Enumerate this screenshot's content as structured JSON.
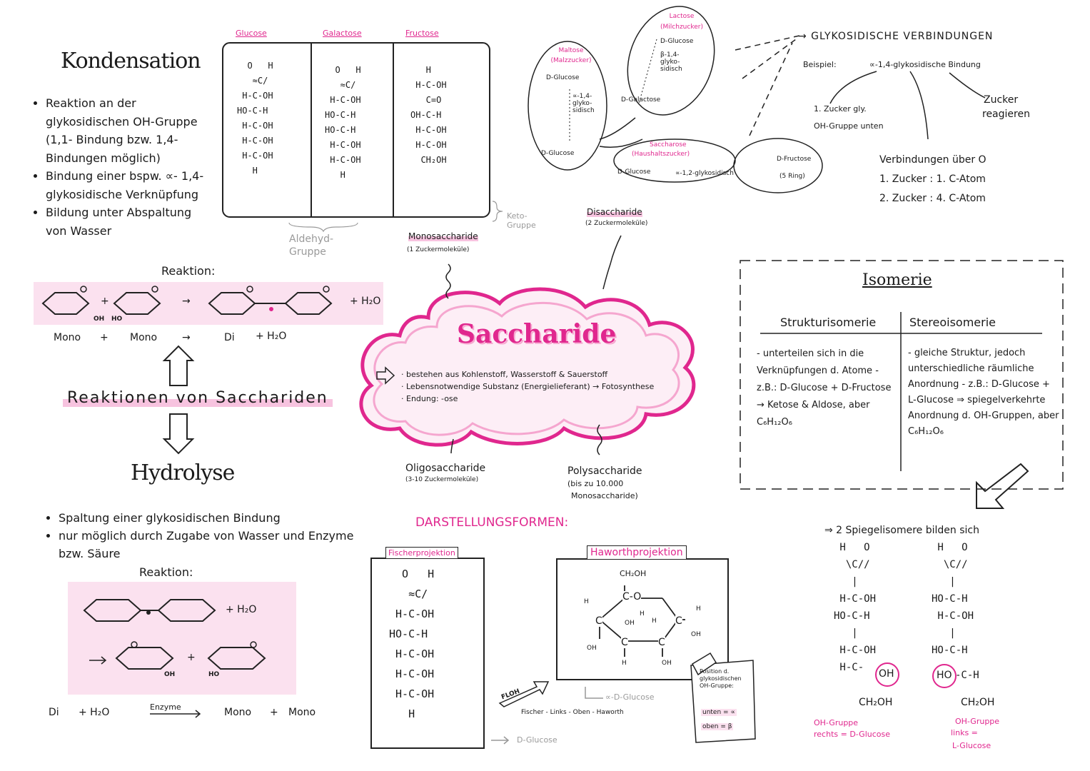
{
  "kondensation": {
    "title": "Kondensation",
    "bullets": [
      "Reaktion an der glykosidischen OH-Gruppe (1,1- Bindung bzw. 1,4- Bindungen möglich)",
      "Bindung einer bspw. ∝- 1,4-glykosidische Verknüpfung",
      "Bildung unter Abspaltung von Wasser"
    ],
    "reaction_label": "Reaktion:",
    "oh": "OH",
    "ho": "HO",
    "plus": "+",
    "arrow": "→",
    "h2o": "+ H₂O",
    "mono1": "Mono",
    "mono2": "Mono",
    "di": "Di",
    "plus_h2o": "+ H₂O"
  },
  "center": {
    "reaktionen": "Reaktionen von Sacchariden"
  },
  "hydrolyse": {
    "title": "Hydrolyse",
    "bullets": [
      "Spaltung einer glykosidischen Bindung",
      "nur möglich durch Zugabe von Wasser und Enzyme bzw. Säure"
    ],
    "reaction_label": "Reaktion:",
    "h2o": "+ H₂O",
    "oh": "OH",
    "ho": "HO",
    "eq_di": "Di",
    "eq_plus_h2o": "+ H₂O",
    "eq_enzyme": "Enzyme",
    "eq_mono1": "Mono",
    "eq_plus": "+",
    "eq_mono2": "Mono"
  },
  "monosaccharides": {
    "headers": [
      "Glucose",
      "Galactose",
      "Fructose"
    ],
    "glucose": "  O   H\n   ≈C/\n H-C-OH\nHO-C-H\n H-C-OH\n H-C-OH\n H-C-OH\n   H",
    "galactose": "  O   H\n   ≈C/\n H-C-OH\nHO-C-H\nHO-C-H\n H-C-OH\n H-C-OH\n   H",
    "fructose": "   H\n H-C-OH\n   C=O\nOH-C-H\n H-C-OH\n H-C-OH\n  CH₂OH",
    "aldehyd": "Aldehyd-Gruppe",
    "keto": "Keto-Gruppe",
    "mono_label": "Monosaccharide",
    "mono_sub": "(1 Zuckermoleküle)"
  },
  "disaccharides": {
    "maltose_title": "Maltose",
    "maltose_sub": "(Malzzucker)",
    "maltose_top": "D-Glucose",
    "maltose_bond": "∝-1,4-glyko-sidisch",
    "maltose_bottom": "D-Glucose",
    "lactose_title": "Lactose",
    "lactose_sub": "(Milchzucker)",
    "lactose_top": "D-Glucose",
    "lactose_bond": "β-1,4-glyko-sidisch",
    "lactose_bottom": "D-Galactose",
    "saccharose_title": "Saccharose",
    "saccharose_sub": "(Haushaltszucker)",
    "saccharose_left": "D-Glucose",
    "saccharose_bond": "∝-1,2-glykosidisch",
    "saccharose_right": "D-Fructose",
    "saccharose_ring": "(5 Ring)",
    "di_label": "Disaccharide",
    "di_sub": "(2 Zuckermoleküle)"
  },
  "cloud": {
    "title": "Saccharide",
    "lines": [
      "· bestehen aus Kohlenstoff, Wasserstoff & Sauerstoff",
      "· Lebensnotwendige Substanz (Energielieferant) → Fotosynthese",
      "· Endung: -ose"
    ]
  },
  "oligo": {
    "title": "Oligosaccharide",
    "sub": "(3-10 Zuckermoleküle)"
  },
  "poly": {
    "title": "Polysaccharide",
    "sub1": "(bis zu 10.000",
    "sub2": "Monosaccharide)"
  },
  "glyko": {
    "title": "→ GLYKOSIDISCHE VERBINDUNGEN",
    "beispiel": "Beispiel:",
    "bsp_text": "∝-1,4-glykosidische Bindung",
    "left1": "1. Zucker gly.",
    "left2": "OH-Gruppe unten",
    "right1": "Zucker",
    "right2": "reagieren",
    "verb1": "Verbindungen über O",
    "verb2": "1. Zucker : 1. C-Atom",
    "verb3": "2. Zucker : 4. C-Atom"
  },
  "isomerie": {
    "title": "Isomerie",
    "col1": "Strukturisomerie",
    "col2": "Stereoisomerie",
    "text1": "- unterteilen sich in die Verknüpfungen d. Atome - z.B.: D-Glucose + D-Fructose → Ketose & Aldose, aber C₆H₁₂O₆",
    "text2": "- gleiche Struktur, jedoch unterschiedliche räumliche Anordnung - z.B.: D-Glucose + L-Glucose ⇒ spiegelverkehrte Anordnung d. OH-Gruppen, aber C₆H₁₂O₆"
  },
  "spiegel": {
    "title": "⇒ 2 Spiegelisomere bilden sich",
    "d_formula": " H   O\n  \\C//\n   |\n H-C-OH\nHO-C-H\n   |\n H-C-OH\n H-C-",
    "d_oh": "OH",
    "d_ch2oh": "CH₂OH",
    "l_formula": " H   O\n  \\C//\n   |\nHO-C-H\n H-C-OH\n   |\nHO-C-H\n",
    "l_ho": "HO",
    "l_ch": "-C-H",
    "l_ch2oh": "CH₂OH",
    "d_note1": "OH-Gruppe",
    "d_note2": "rechts = D-Glucose",
    "l_note1": "OH-Gruppe",
    "l_note2": "links =",
    "l_note3": "L-Glucose"
  },
  "darstellung": {
    "title": "DARSTELLUNGSFORMEN:",
    "fischer_label": "Fischerprojektion",
    "fischer_formula": "  O   H\n   ≈C/\n H-C-OH\nHO-C-H\n H-C-OH\n H-C-OH\n H-C-OH\n   H",
    "haworth_label": "Haworthprojektion",
    "ch2oh": "CH₂OH",
    "ring_o": "C-O",
    "h_labels": [
      "H",
      "H",
      "H",
      "H",
      "H"
    ],
    "oh_labels": [
      "OH",
      "OH",
      "OH",
      "OH"
    ],
    "c_labels": [
      "C",
      "C",
      "C",
      "C"
    ],
    "floh": "FLOH",
    "floh_text": "Fischer - Links - Oben - Haworth",
    "alpha": "∝-D-Glucose",
    "d_glucose": "D-Glucose",
    "note_title": "Position d. glykosidischen OH-Gruppe:",
    "note_unten": "unten = ∝",
    "note_oben": "oben = β"
  }
}
